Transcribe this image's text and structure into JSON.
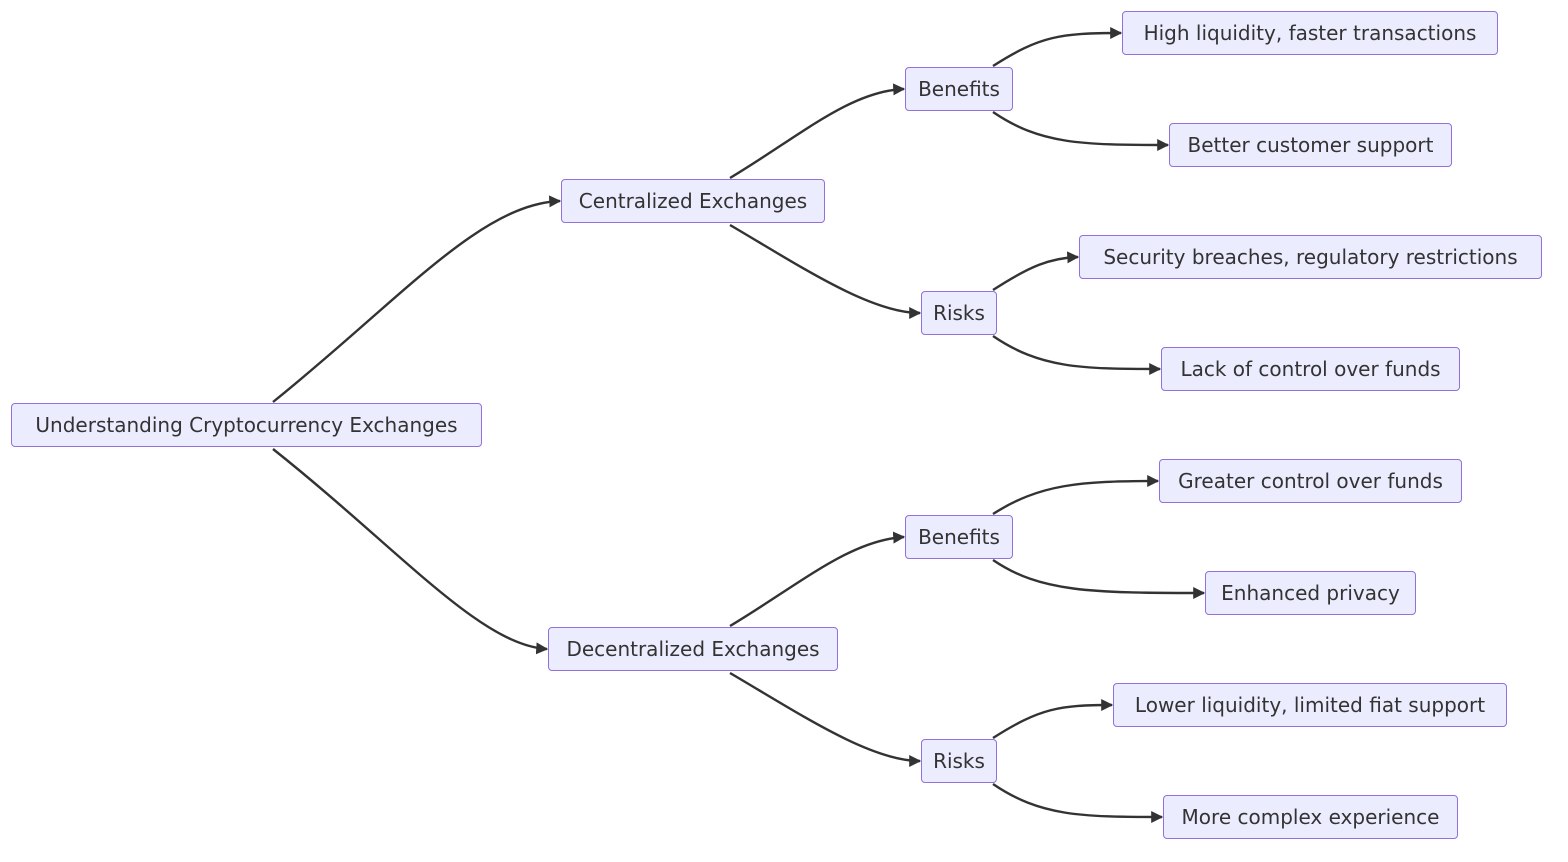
{
  "diagram": {
    "root": {
      "label": "Understanding Cryptocurrency Exchanges"
    },
    "centralized": {
      "label": "Centralized Exchanges",
      "benefits": {
        "label": "Benefits",
        "items": [
          "High liquidity, faster transactions",
          "Better customer support"
        ]
      },
      "risks": {
        "label": "Risks",
        "items": [
          "Security breaches, regulatory restrictions",
          "Lack of control over funds"
        ]
      }
    },
    "decentralized": {
      "label": "Decentralized Exchanges",
      "benefits": {
        "label": "Benefits",
        "items": [
          "Greater control over funds",
          "Enhanced privacy"
        ]
      },
      "risks": {
        "label": "Risks",
        "items": [
          "Lower liquidity, limited fiat support",
          "More complex experience"
        ]
      }
    },
    "colors": {
      "node_fill": "#ececff",
      "node_border": "#9370db",
      "text": "#333333",
      "edge": "#333333"
    }
  }
}
